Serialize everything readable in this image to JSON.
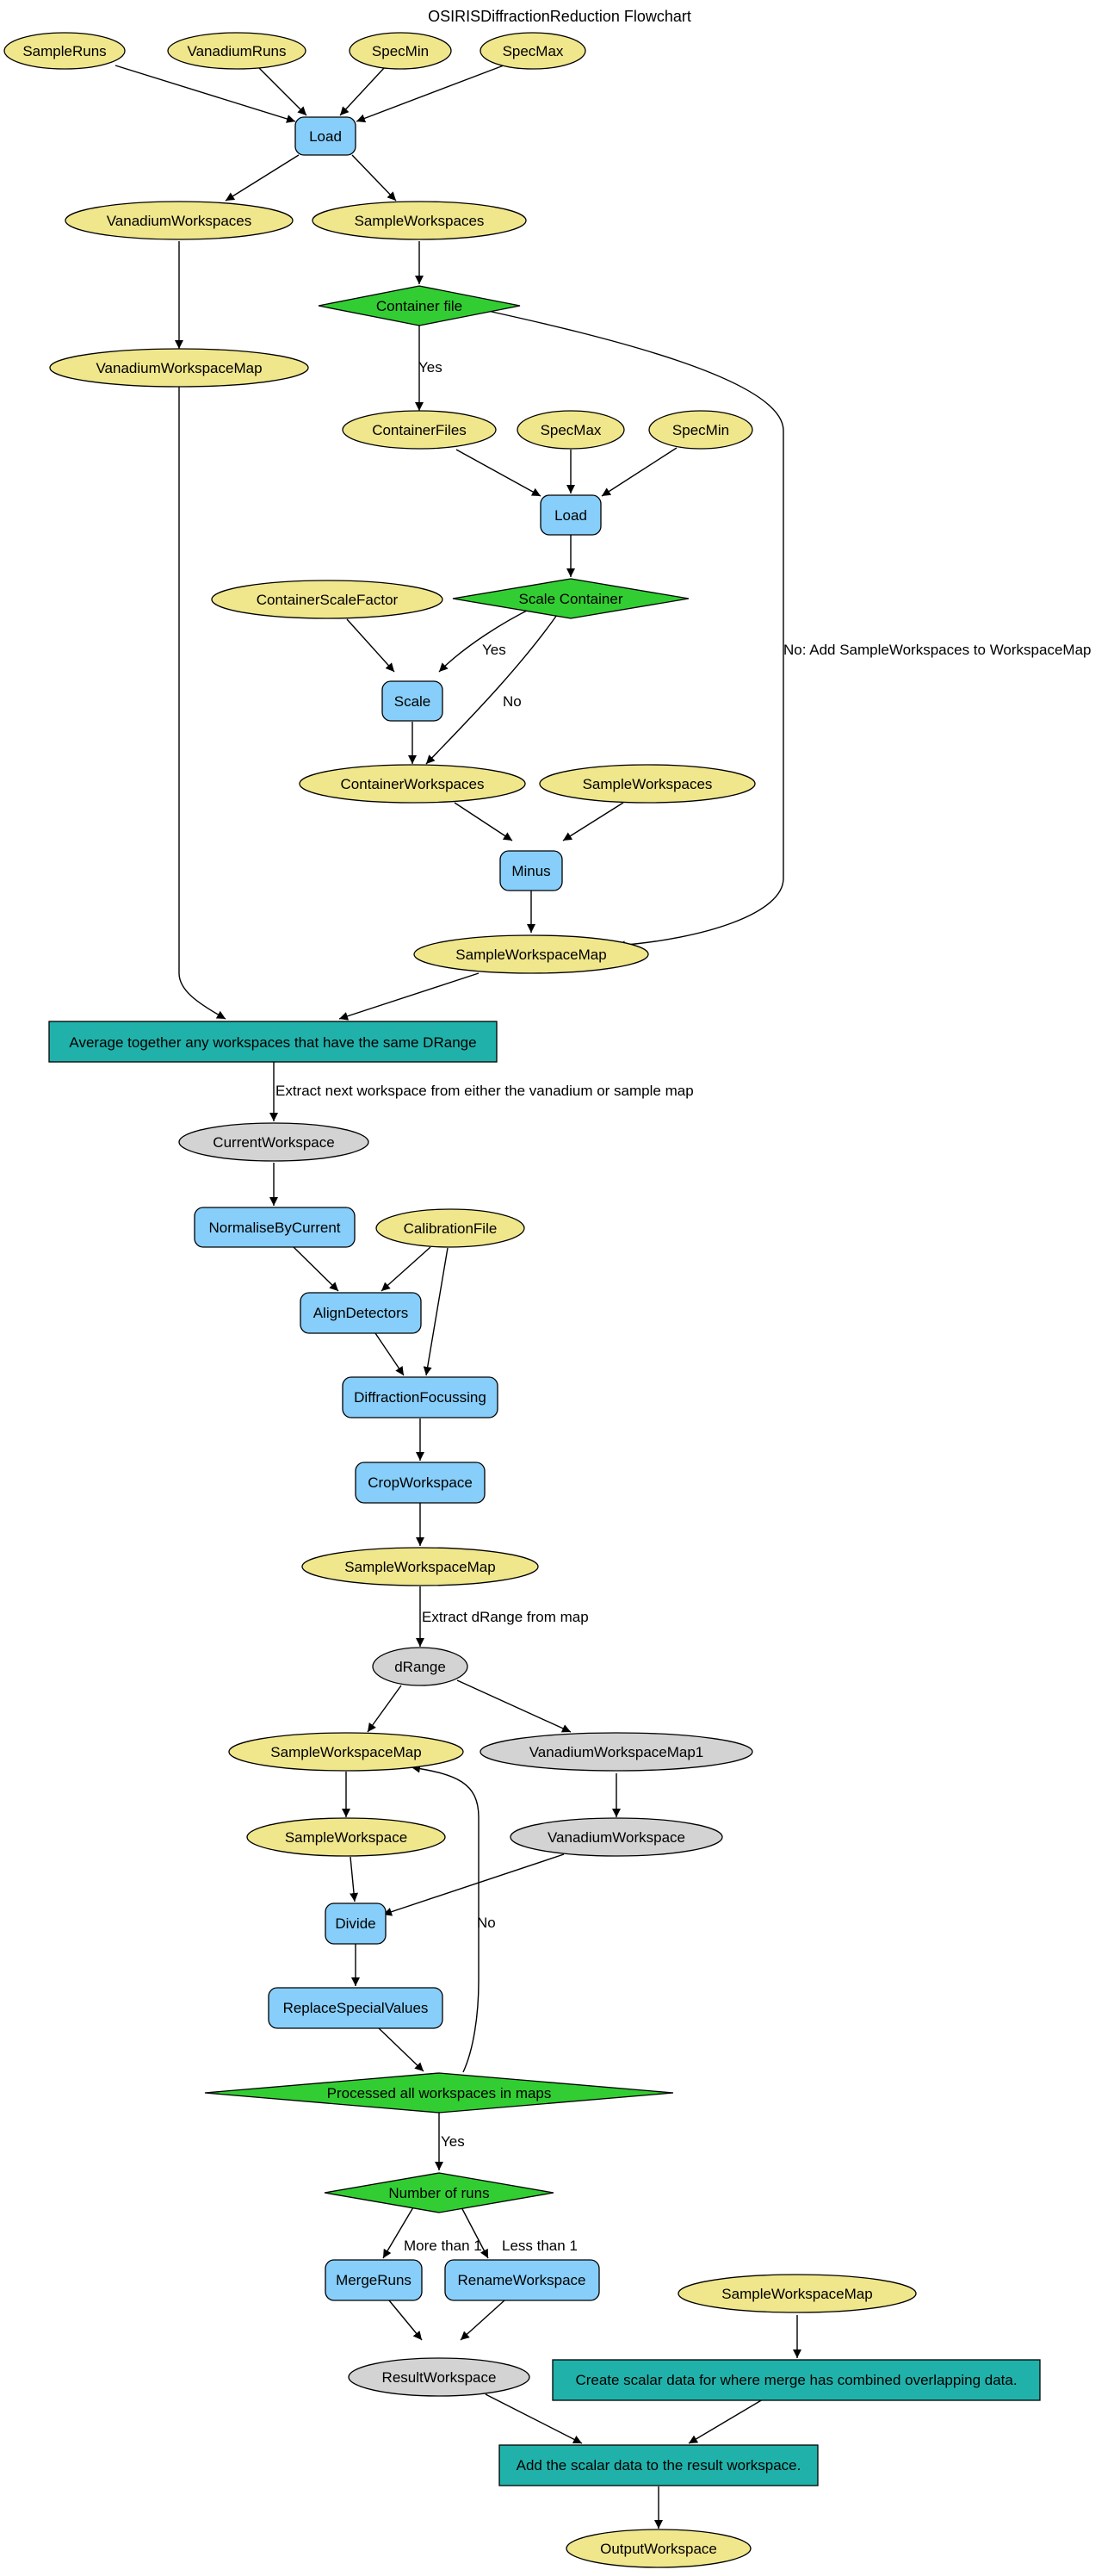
{
  "title": "OSIRISDiffractionReduction Flowchart",
  "nodes": {
    "sample_runs": "SampleRuns",
    "vanadium_runs": "VanadiumRuns",
    "spec_min_1": "SpecMin",
    "spec_max_1": "SpecMax",
    "load_1": "Load",
    "vanadium_workspaces": "VanadiumWorkspaces",
    "sample_workspaces_1": "SampleWorkspaces",
    "container_file": "Container file",
    "vanadium_workspace_map": "VanadiumWorkspaceMap",
    "container_files": "ContainerFiles",
    "spec_max_2": "SpecMax",
    "spec_min_2": "SpecMin",
    "load_2": "Load",
    "container_scale_factor": "ContainerScaleFactor",
    "scale_container": "Scale Container",
    "scale": "Scale",
    "container_workspaces": "ContainerWorkspaces",
    "sample_workspaces_2": "SampleWorkspaces",
    "minus": "Minus",
    "sample_workspace_map_1": "SampleWorkspaceMap",
    "average": "Average together any workspaces that have the same DRange",
    "current_workspace": "CurrentWorkspace",
    "normalise_by_current": "NormaliseByCurrent",
    "calibration_file": "CalibrationFile",
    "align_detectors": "AlignDetectors",
    "diffraction_focussing": "DiffractionFocussing",
    "crop_workspace": "CropWorkspace",
    "sample_workspace_map_2": "SampleWorkspaceMap",
    "d_range": "dRange",
    "sample_workspace_map_3": "SampleWorkspaceMap",
    "vanadium_workspace_map_1": "VanadiumWorkspaceMap1",
    "sample_workspace": "SampleWorkspace",
    "vanadium_workspace": "VanadiumWorkspace",
    "divide": "Divide",
    "replace_special_values": "ReplaceSpecialValues",
    "processed_all": "Processed all workspaces in maps",
    "number_of_runs": "Number of runs",
    "merge_runs": "MergeRuns",
    "rename_workspace": "RenameWorkspace",
    "sample_workspace_map_4": "SampleWorkspaceMap",
    "result_workspace": "ResultWorkspace",
    "create_scalar": "Create scalar data for where merge has combined overlapping data.",
    "add_scalar": "Add the scalar data to the result workspace.",
    "output_workspace": "OutputWorkspace"
  },
  "edge_labels": {
    "container_yes": "Yes",
    "container_no": "No: Add SampleWorkspaces to WorkspaceMap",
    "scale_yes": "Yes",
    "scale_no": "No",
    "extract_next": "Extract next workspace from either the vanadium or sample map",
    "extract_drange": "Extract dRange from map",
    "processed_no": "No",
    "processed_yes": "Yes",
    "more_than_1": "More than 1",
    "less_than_1": "Less than 1"
  },
  "colors": {
    "input_node": "#f0e68c",
    "intermediate_node": "#d3d3d3",
    "algorithm_node": "#87cefa",
    "decision_node": "#32cd32",
    "process_node": "#20b2aa"
  }
}
